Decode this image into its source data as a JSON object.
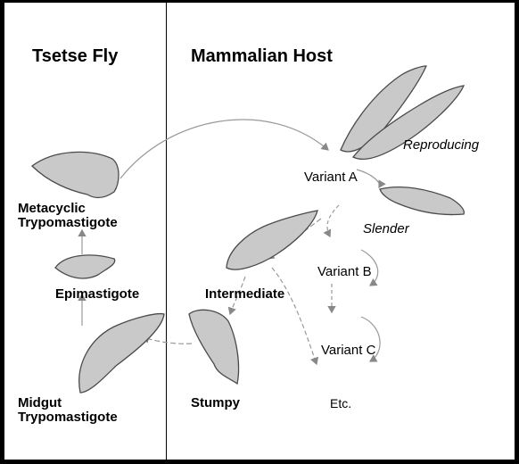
{
  "panels": {
    "left_title": "Tsetse Fly",
    "right_title": "Mammalian Host"
  },
  "stages": {
    "metacyclic_line1": "Metacyclic",
    "metacyclic_line2": "Trypomastigote",
    "epimastigote": "Epimastigote",
    "midgut_line1": "Midgut",
    "midgut_line2": "Trypomastigote",
    "intermediate": "Intermediate",
    "stumpy": "Stumpy",
    "reproducing": "Reproducing",
    "slender": "Slender"
  },
  "variants": {
    "a": "Variant A",
    "b": "Variant B",
    "c": "Variant C",
    "etc": "Etc."
  },
  "colors": {
    "outline": "#4a4a4a",
    "fill": "#c9c9c9",
    "arrow": "#888888",
    "border": "#000000"
  }
}
